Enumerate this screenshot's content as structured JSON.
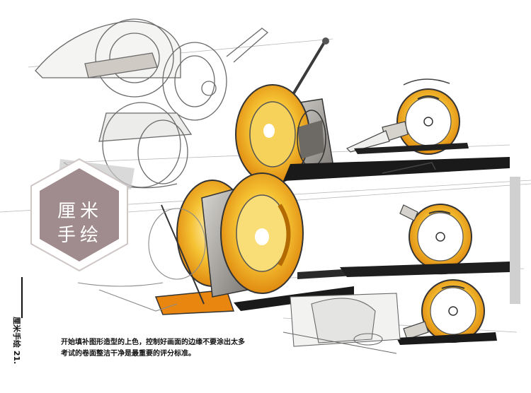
{
  "badge": {
    "line1": "厘米",
    "line2": "手绘"
  },
  "page_footer": {
    "label": "厘米手绘 21."
  },
  "caption": {
    "line1": "开始填补图形造型的上色，控制好画面的边缘不要涂出太多",
    "line2": "考试的卷面整洁干净是最重要的评分标准。"
  },
  "colors": {
    "accent_yellow": "#f2b21b",
    "accent_orange": "#e8860f",
    "badge_fill": "#a08c8e",
    "sketch_gray": "#5a5a5a",
    "shadow_black": "#1a1a1a"
  }
}
